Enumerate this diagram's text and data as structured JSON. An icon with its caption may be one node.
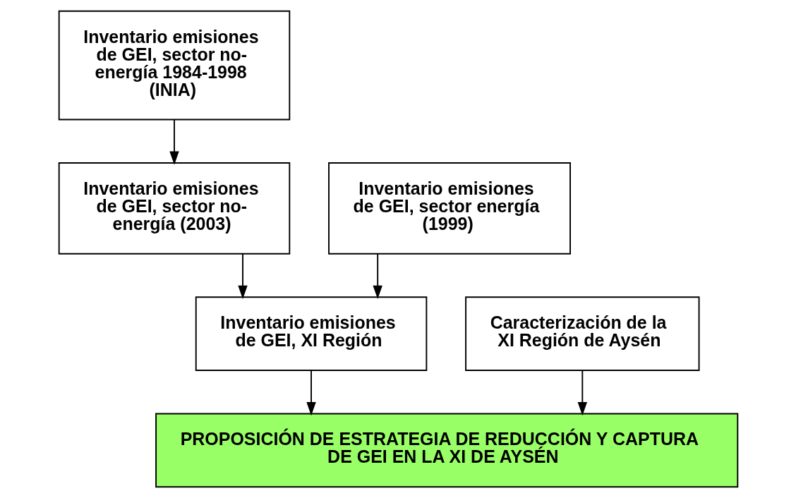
{
  "diagram": {
    "nodes": [
      {
        "text": [
          "Inventario emisiones de GEI, sector no-energía 1984-1998 (INIA)"
        ]
      },
      {
        "text": [
          "Inventario emisiones de GEI, sector energía (1999)"
        ]
      },
      {
        "text": [
          "Inventario emisiones de GEI, sector no-energía (2003)"
        ]
      },
      {
        "text": [
          "Caracterización de la XI Región de Aysén"
        ]
      },
      {
        "text": [
          "Inventario emisiones de GEI, XI Región"
        ]
      },
      {
        "text": [
          "PROPOSICIÓN DE ESTRATEGIA DE REDUCCIÓN Y CAPTURA DE GEI EN LA XI DE AYSÉN"
        ]
      }
    ],
    "edges": [
      {
        "from": 0,
        "to": 2,
        "arrow": "to"
      },
      {
        "from": 1,
        "to": 4,
        "arrow": "to"
      },
      {
        "from": 2,
        "to": 4,
        "arrow": "to"
      },
      {
        "from": 3,
        "to": 5,
        "arrow": "to"
      },
      {
        "from": 4,
        "to": 5,
        "arrow": "to"
      }
    ]
  }
}
